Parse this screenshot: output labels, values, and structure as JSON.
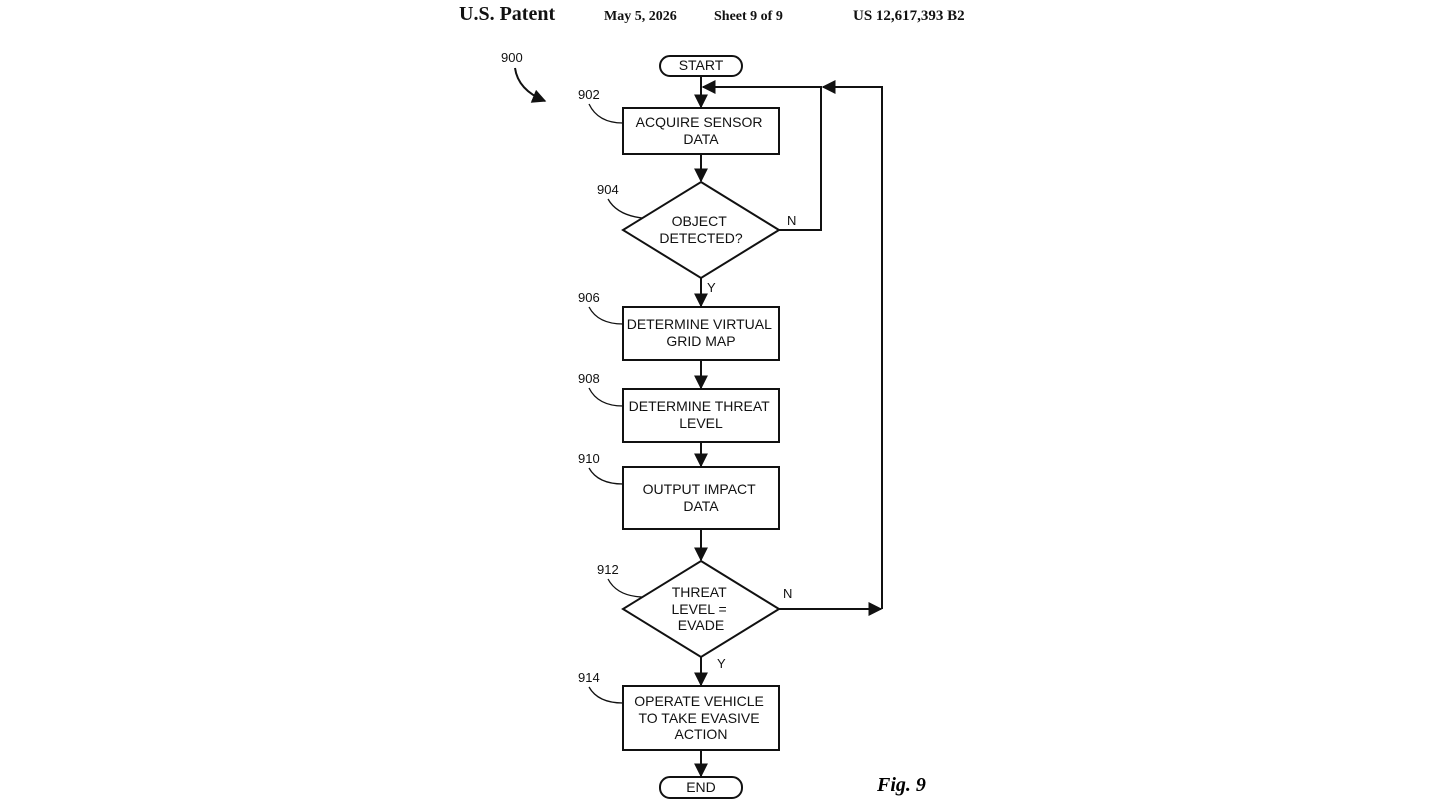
{
  "header": {
    "title": "U.S. Patent",
    "date": "May 5, 2026",
    "sheet": "Sheet 9 of 9",
    "patent_number": "US 12,617,393 B2"
  },
  "figure": {
    "label": "Fig. 9",
    "ref": "900"
  },
  "nodes": {
    "start": {
      "lines": [
        "START"
      ]
    },
    "n902": {
      "ref": "902",
      "lines": [
        "ACQUIRE SENSOR",
        "DATA"
      ]
    },
    "n904": {
      "ref": "904",
      "lines": [
        "OBJECT",
        "DETECTED?"
      ],
      "yes": "Y",
      "no": "N"
    },
    "n906": {
      "ref": "906",
      "lines": [
        "DETERMINE VIRTUAL",
        "GRID MAP"
      ]
    },
    "n908": {
      "ref": "908",
      "lines": [
        "DETERMINE THREAT",
        "LEVEL"
      ]
    },
    "n910": {
      "ref": "910",
      "lines": [
        "OUTPUT IMPACT",
        "DATA"
      ]
    },
    "n912": {
      "ref": "912",
      "lines": [
        "THREAT",
        "LEVEL =",
        "EVADE"
      ],
      "yes": "Y",
      "no": "N"
    },
    "n914": {
      "ref": "914",
      "lines": [
        "OPERATE VEHICLE",
        "TO TAKE EVASIVE",
        "ACTION"
      ]
    },
    "end": {
      "lines": [
        "END"
      ]
    }
  },
  "colors": {
    "line": "#111111",
    "background": "#ffffff"
  }
}
